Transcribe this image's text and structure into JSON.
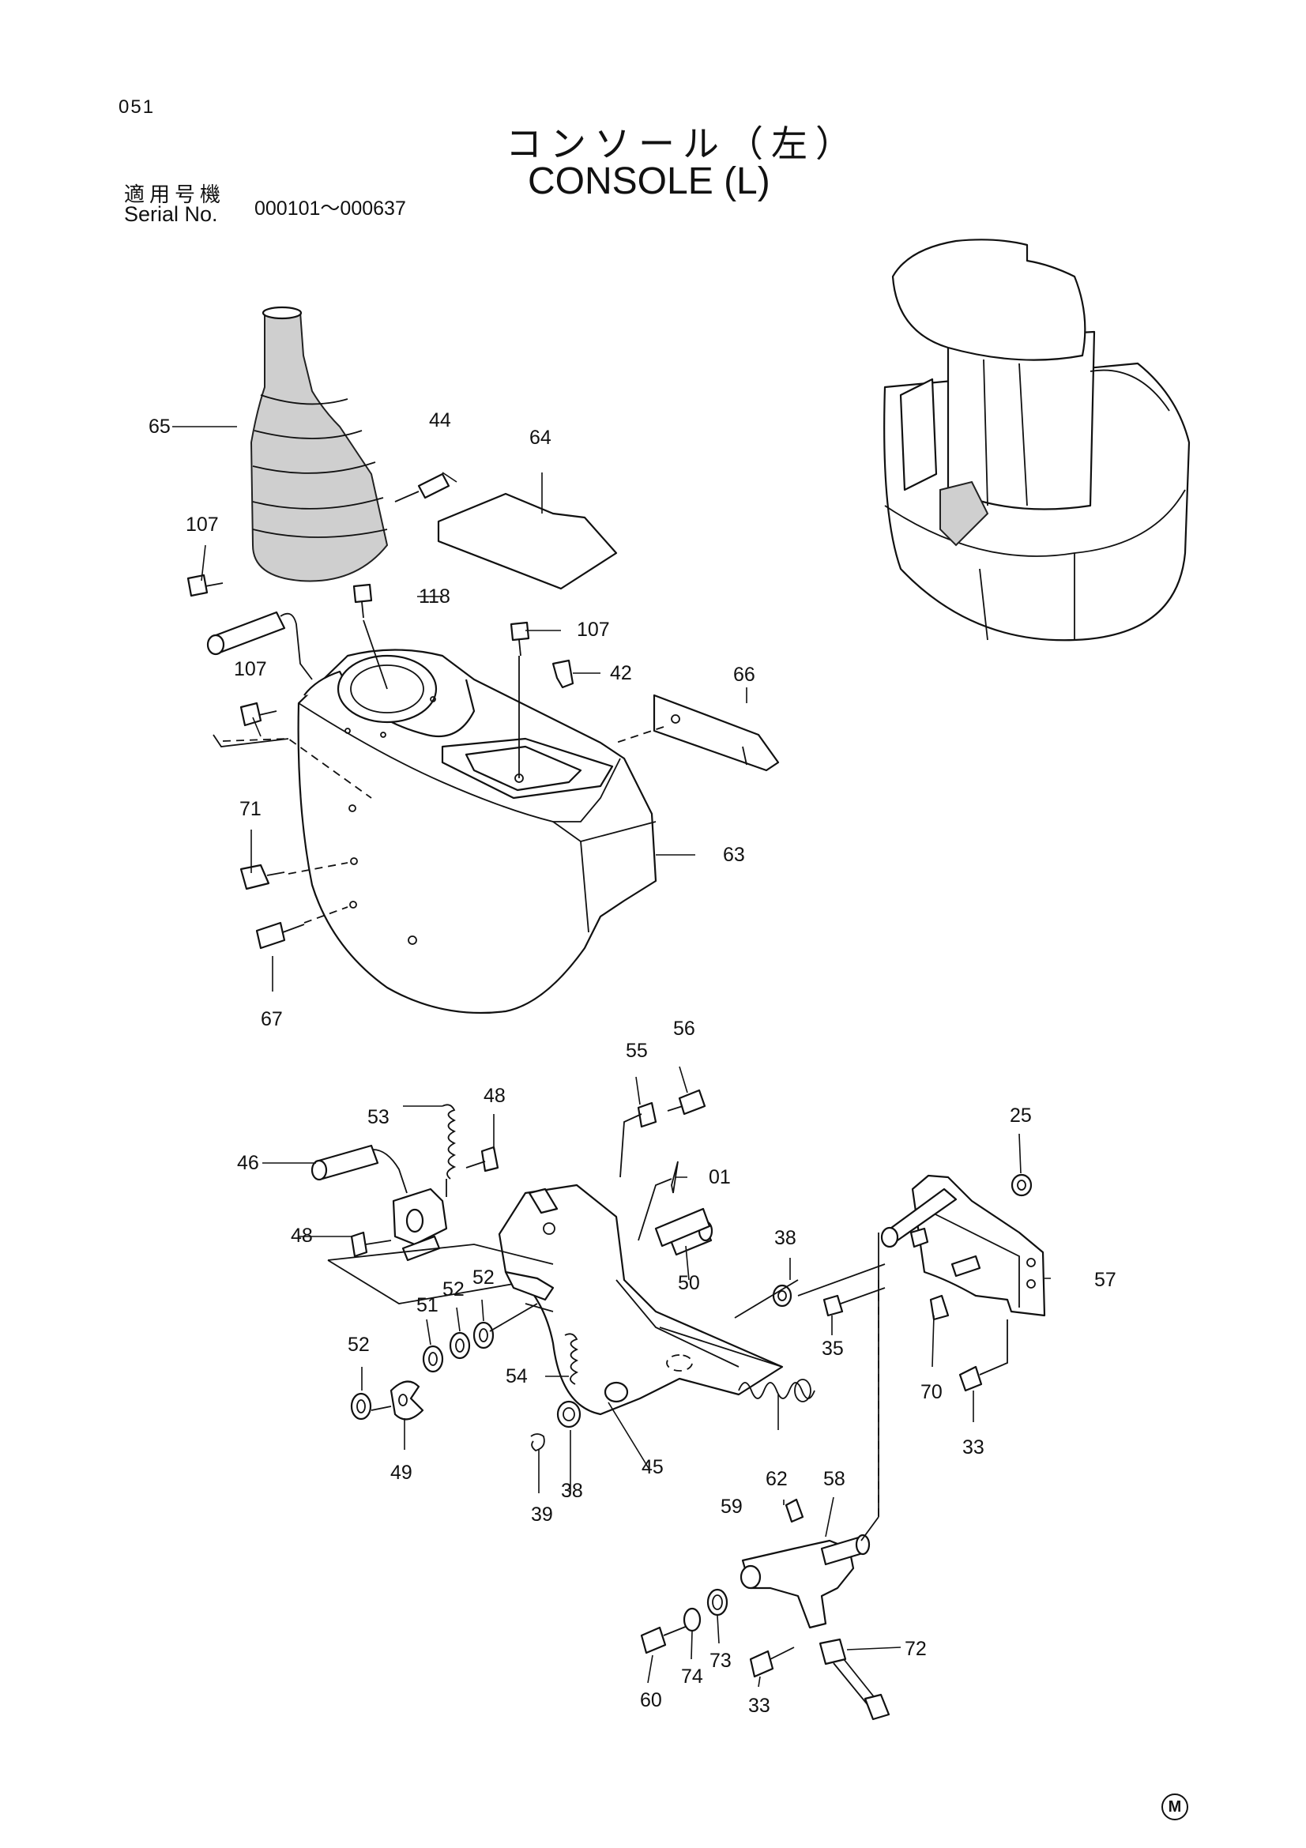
{
  "header": {
    "page_code": "051",
    "title_jp": "コンソール（左）",
    "title_en": "CONSOLE (L)",
    "serial_label_jp": "適用号機",
    "serial_label_en": "Serial No.",
    "serial_range": "000101～000637"
  },
  "footer": {
    "mark": "M"
  },
  "callouts": [
    {
      "id": "c65",
      "text": "65"
    },
    {
      "id": "c44",
      "text": "44"
    },
    {
      "id": "c64",
      "text": "64"
    },
    {
      "id": "c107a",
      "text": "107"
    },
    {
      "id": "c118",
      "text": "118"
    },
    {
      "id": "c107b",
      "text": "107"
    },
    {
      "id": "c42",
      "text": "42"
    },
    {
      "id": "c66",
      "text": "66"
    },
    {
      "id": "c107c",
      "text": "107"
    },
    {
      "id": "c71",
      "text": "71"
    },
    {
      "id": "c63",
      "text": "63"
    },
    {
      "id": "c67",
      "text": "67"
    },
    {
      "id": "c55",
      "text": "55"
    },
    {
      "id": "c56",
      "text": "56"
    },
    {
      "id": "c53",
      "text": "53"
    },
    {
      "id": "c48a",
      "text": "48"
    },
    {
      "id": "c46",
      "text": "46"
    },
    {
      "id": "c01",
      "text": "01"
    },
    {
      "id": "c25",
      "text": "25"
    },
    {
      "id": "c48b",
      "text": "48"
    },
    {
      "id": "c38a",
      "text": "38"
    },
    {
      "id": "c50",
      "text": "50"
    },
    {
      "id": "c57",
      "text": "57"
    },
    {
      "id": "c52a",
      "text": "52"
    },
    {
      "id": "c52b",
      "text": "52"
    },
    {
      "id": "c51",
      "text": "51"
    },
    {
      "id": "c52c",
      "text": "52"
    },
    {
      "id": "c35",
      "text": "35"
    },
    {
      "id": "c70",
      "text": "70"
    },
    {
      "id": "c54",
      "text": "54"
    },
    {
      "id": "c33a",
      "text": "33"
    },
    {
      "id": "c49",
      "text": "49"
    },
    {
      "id": "c62",
      "text": "62"
    },
    {
      "id": "c39",
      "text": "39"
    },
    {
      "id": "c38b",
      "text": "38"
    },
    {
      "id": "c45",
      "text": "45"
    },
    {
      "id": "c58",
      "text": "58"
    },
    {
      "id": "c59",
      "text": "59"
    },
    {
      "id": "c72",
      "text": "72"
    },
    {
      "id": "c60",
      "text": "60"
    },
    {
      "id": "c74",
      "text": "74"
    },
    {
      "id": "c73",
      "text": "73"
    },
    {
      "id": "c33b",
      "text": "33"
    }
  ]
}
